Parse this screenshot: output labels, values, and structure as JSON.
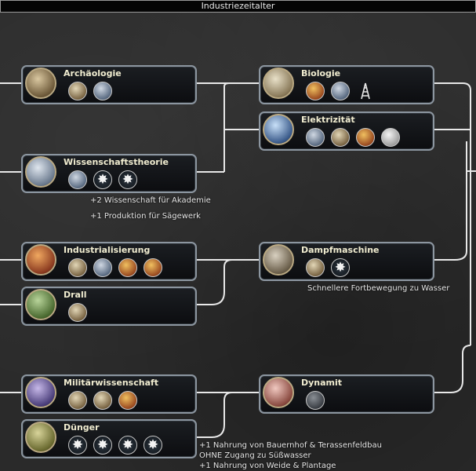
{
  "header": {
    "title": "Industriezeitalter"
  },
  "techs": {
    "archaeologie": {
      "name": "Archäologie",
      "unlocks": [
        "museum-icon",
        "temple-icon"
      ]
    },
    "wissenschaftstheorie": {
      "name": "Wissenschaftstheorie",
      "unlocks": [
        "academy-icon",
        "star-bonus-icon",
        "star-bonus-icon"
      ]
    },
    "industrialisierung": {
      "name": "Industrialisierung",
      "unlocks": [
        "gatling-icon",
        "factory-icon",
        "building-icon",
        "forge-icon"
      ]
    },
    "drall": {
      "name": "Drall",
      "unlocks": [
        "rifleman-icon"
      ]
    },
    "militaerwissenschaft": {
      "name": "Militärwissenschaft",
      "unlocks": [
        "cavalry-icon",
        "soldiers-icon",
        "military-academy-icon"
      ]
    },
    "duenger": {
      "name": "Dünger",
      "unlocks": [
        "star-bonus-icon",
        "star-bonus-icon",
        "star-bonus-icon",
        "star-bonus-icon"
      ]
    },
    "biologie": {
      "name": "Biologie",
      "unlocks": [
        "hospital-icon",
        "laboratory-icon",
        "oil-rig-icon"
      ]
    },
    "elektrizitaet": {
      "name": "Elektrizität",
      "unlocks": [
        "stock-exchange-icon",
        "dam-icon",
        "harbor-icon",
        "aluminum-icon"
      ]
    },
    "dampfmaschine": {
      "name": "Dampfmaschine",
      "unlocks": [
        "railroad-icon",
        "star-bonus-icon"
      ]
    },
    "dynamit": {
      "name": "Dynamit",
      "unlocks": [
        "artillery-icon"
      ]
    }
  },
  "notes": {
    "wissenschaft_1": "+2 Wissenschaft für Akademie",
    "wissenschaft_2": "+1 Produktion für Sägewerk",
    "dampf_1": "Schnellere Fortbewegung zu Wasser",
    "duenger_1": "+1 Nahrung von Bauernhof & Terassenfeldbau",
    "duenger_2": "OHNE Zugang zu Süßwasser",
    "duenger_3": "+1 Nahrung von Weide & Plantage"
  },
  "bonus_glyph": "✸"
}
